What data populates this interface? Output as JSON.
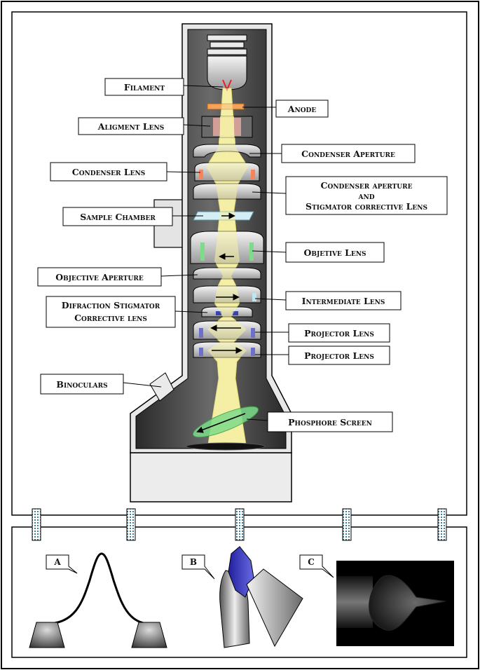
{
  "labels": {
    "filament": "Filament",
    "anode": "Anode",
    "alignment_lens": "Aligment Lens",
    "condenser_aperture": "Condenser Aperture",
    "condenser_lens": "Condenser  Lens",
    "condenser_aperture_2_line1": "Condenser aperture",
    "condenser_aperture_2_line2": "and",
    "condenser_aperture_2_line3": "Stigmator corrective Lens",
    "sample_chamber": "Sample Chamber",
    "objective_lens": "Objetive Lens",
    "objective_aperture": "Objective Aperture",
    "intermediate_lens": "Intermediate Lens",
    "diffraction_line1": "Difraction Stigmator",
    "diffraction_line2": "Corrective lens",
    "projector_lens_1": "Projector Lens",
    "projector_lens_2": "Projector Lens",
    "binoculars": "Binoculars",
    "phosphore_screen": "Phosphore Screen"
  },
  "panels": {
    "a": "A",
    "b": "B",
    "c": "C"
  },
  "colors": {
    "column": "#4a4a4a",
    "beam": "#f8f3a6",
    "anode": "#f5a25d",
    "screen": "#7ddc8a"
  }
}
